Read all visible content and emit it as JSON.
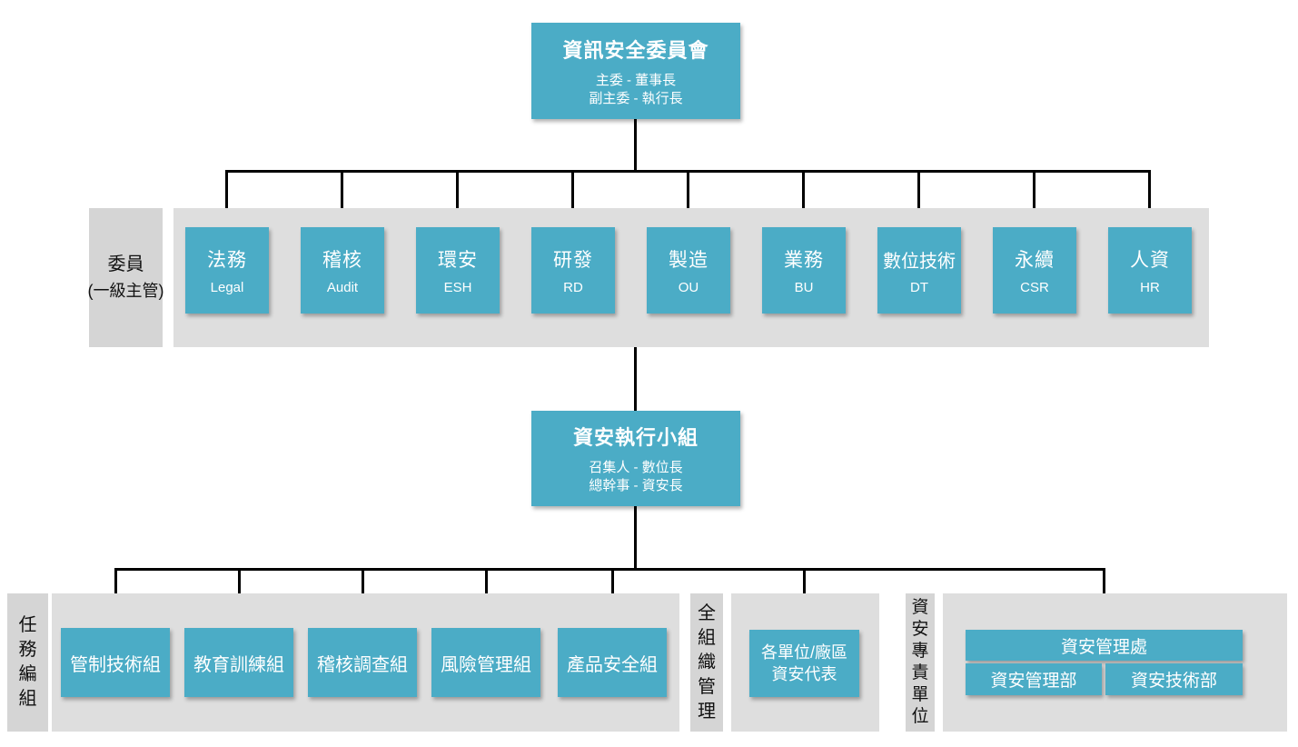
{
  "palette": {
    "box_teal": "#4bacc6",
    "band_gray": "#dedede",
    "label_gray": "#d5d5d5",
    "connector_black": "#000000",
    "text_on_teal": "#ffffff",
    "text_dark": "#111111"
  },
  "top_committee": {
    "title": "資訊安全委員會",
    "chair_line": "主委 - 董事長",
    "vice_chair_line": "副主委 - 執行長"
  },
  "members_row": {
    "label_line1": "委員",
    "label_line2": "(一級主管)",
    "items": [
      {
        "zh": "法務",
        "en": "Legal"
      },
      {
        "zh": "稽核",
        "en": "Audit"
      },
      {
        "zh": "環安",
        "en": "ESH"
      },
      {
        "zh": "研發",
        "en": "RD"
      },
      {
        "zh": "製造",
        "en": "OU"
      },
      {
        "zh": "業務",
        "en": "BU"
      },
      {
        "zh": "數位技術",
        "en": "DT"
      },
      {
        "zh": "永續",
        "en": "CSR"
      },
      {
        "zh": "人資",
        "en": "HR"
      }
    ]
  },
  "exec_team": {
    "title": "資安執行小組",
    "convener_line": "召集人 - 數位長",
    "secretary_line": "總幹事 - 資安長"
  },
  "task_force_section": {
    "label": "任務編組",
    "groups": [
      "管制技術組",
      "教育訓練組",
      "稽核調查組",
      "風險管理組",
      "產品安全組"
    ]
  },
  "org_wide_section": {
    "label": "全組織管理",
    "rep_line1": "各單位/廠區",
    "rep_line2": "資安代表"
  },
  "dedicated_unit_section": {
    "label": "資安專責單位",
    "dept": "資安管理處",
    "subdepts": [
      "資安管理部",
      "資安技術部"
    ]
  }
}
